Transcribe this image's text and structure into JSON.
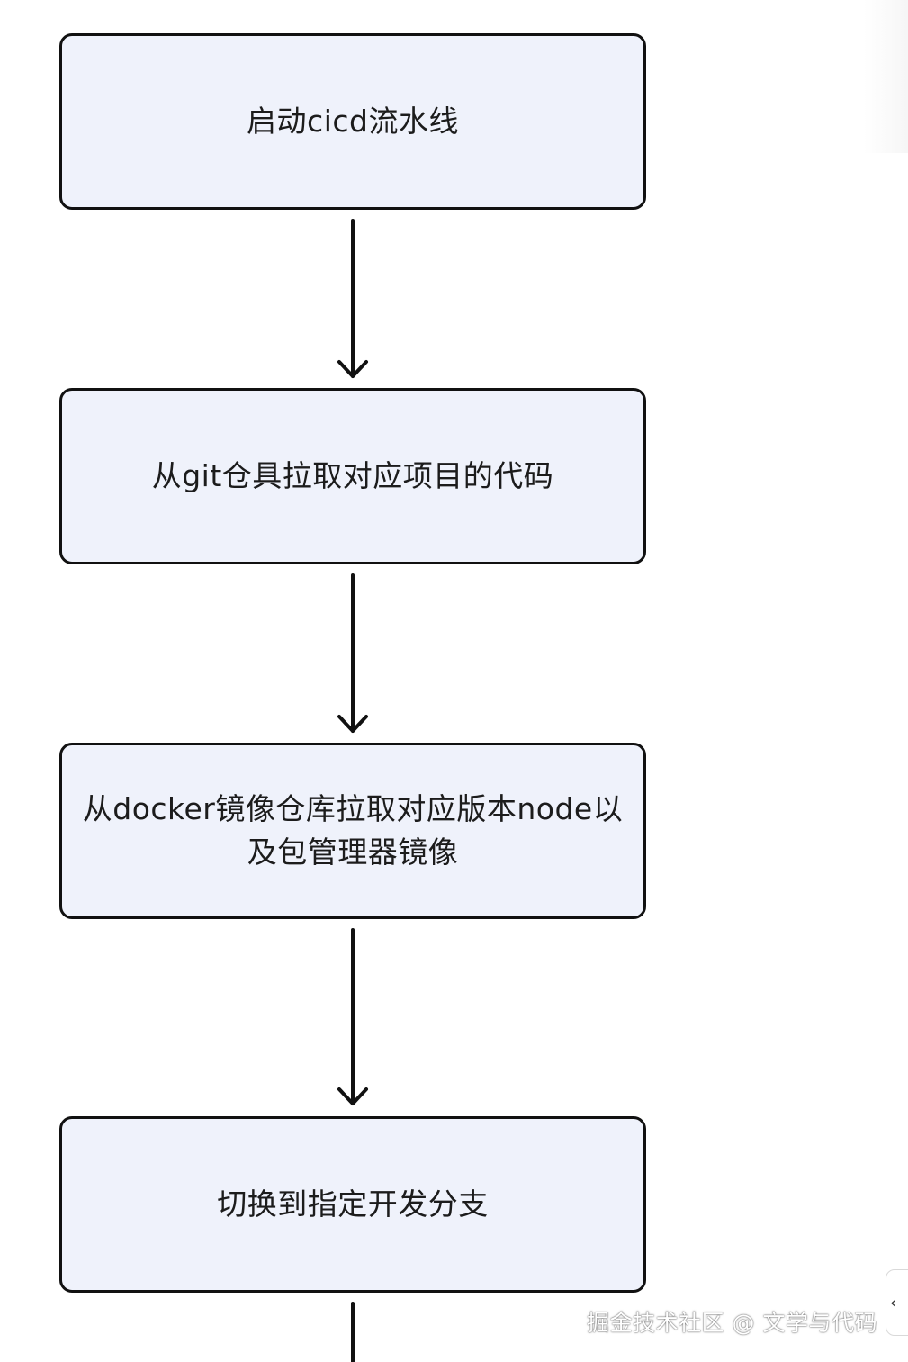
{
  "flowchart": {
    "nodes": [
      {
        "id": "n1",
        "label": "启动cicd流水线"
      },
      {
        "id": "n2",
        "label": "从git仓具拉取对应项目的代码"
      },
      {
        "id": "n3",
        "label": "从docker镜像仓库拉取对应版本node以及包管理器镜像"
      },
      {
        "id": "n4",
        "label": "切换到指定开发分支"
      }
    ],
    "edges": [
      {
        "from": "n1",
        "to": "n2"
      },
      {
        "from": "n2",
        "to": "n3"
      },
      {
        "from": "n3",
        "to": "n4"
      },
      {
        "from": "n4",
        "to": "next"
      }
    ],
    "colors": {
      "node_fill": "#eff2fb",
      "node_border": "#111111",
      "arrow": "#111111",
      "text": "#1c1c1c"
    }
  },
  "watermark": {
    "text": "掘金技术社区 @ 文学与代码"
  },
  "edge_tab": {
    "icon": "chevron-left-icon",
    "glyph": "‹"
  }
}
